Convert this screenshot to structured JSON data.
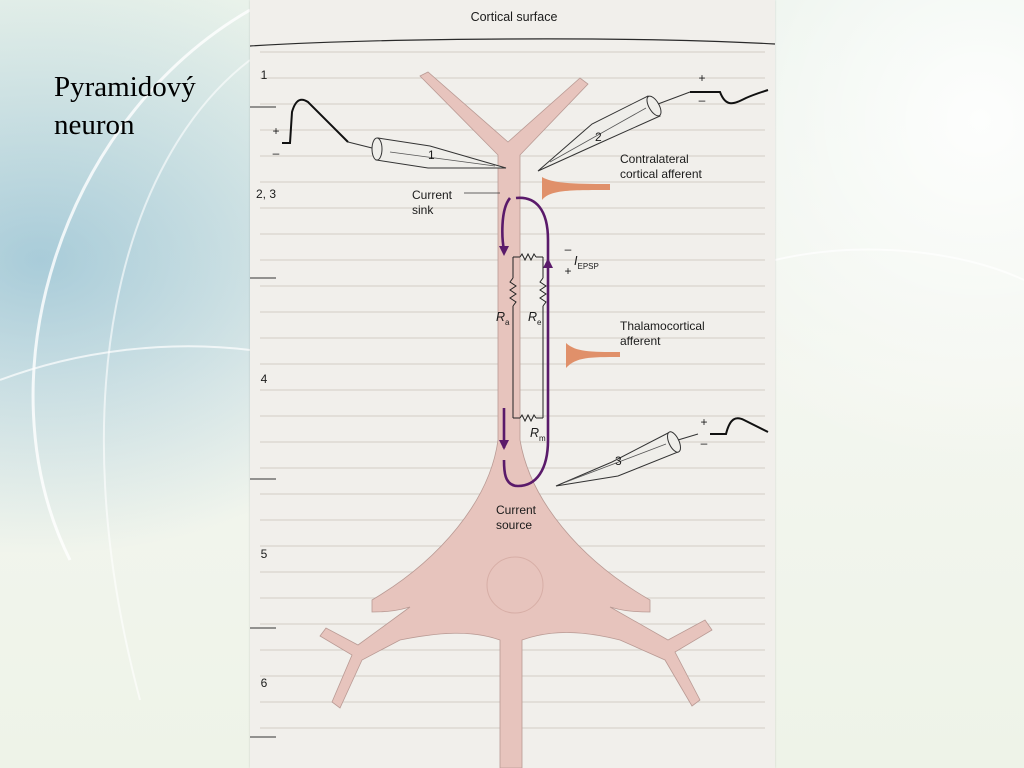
{
  "slide": {
    "title": "Pyramidový neuron"
  },
  "figure": {
    "cortical_surface": "Cortical surface",
    "layers": [
      "1",
      "2, 3",
      "4",
      "5",
      "6"
    ],
    "current_sink_1": "Current",
    "current_sink_2": "sink",
    "current_source_1": "Current",
    "current_source_2": "source",
    "contralateral_1": "Contralateral",
    "contralateral_2": "cortical afferent",
    "thalamocortical_1": "Thalamocortical",
    "thalamocortical_2": "afferent",
    "electrode_1": "1",
    "electrode_2": "2",
    "electrode_3": "3",
    "i_epsp_main": "I",
    "i_epsp_sub": "EPSP",
    "r_a_main": "R",
    "r_a_sub": "a",
    "r_e_main": "R",
    "r_e_sub": "e",
    "r_m_main": "R",
    "r_m_sub": "m",
    "plus": "+",
    "minus": "–",
    "colors": {
      "neuron": "#e7c4bd",
      "afferent": "#e0906a",
      "current_loop": "#5a1a6a",
      "electrode_fill": "#efeeea"
    }
  }
}
